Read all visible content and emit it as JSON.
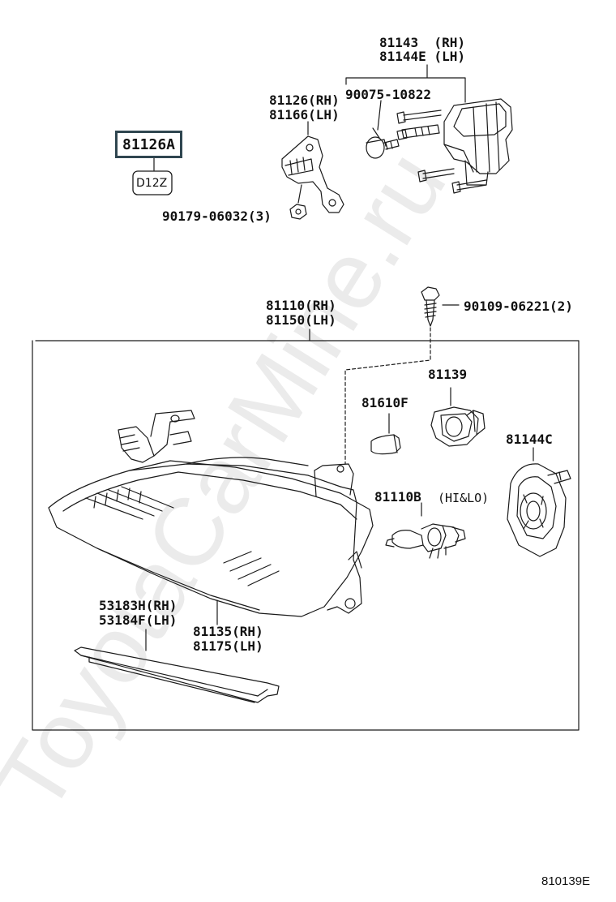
{
  "labels": {
    "highlight": "81126A",
    "bulb_badge": "D12Z",
    "top_assy_1": "81143  (RH)",
    "top_assy_2": "81144E (LH)",
    "bolt_90075": "90075-10822",
    "bracket_1": "81126(RH)",
    "bracket_2": "81166(LH)",
    "nut_90179": "90179-06032(3)",
    "screw_90109": "90109-06221(2)",
    "lamp_assy_1": "81110(RH)",
    "lamp_assy_2": "81150(LH)",
    "socket_81139": "81139",
    "bulb_81610F": "81610F",
    "cover_81144C": "81144C",
    "bulb_81110B": "81110B",
    "bulb_81110B_note": "(HI&LO)",
    "seal_1": "53183H(RH)",
    "seal_2": "53184F(LH)",
    "lens_1": "81135(RH)",
    "lens_2": "81175(LH)"
  },
  "diagram_id": "810139E",
  "watermark": "ToyotaCarMine.ru",
  "colors": {
    "line": "#1a1a1a",
    "highlight_border": "#2f4650",
    "watermark": "#e9e9e9"
  }
}
